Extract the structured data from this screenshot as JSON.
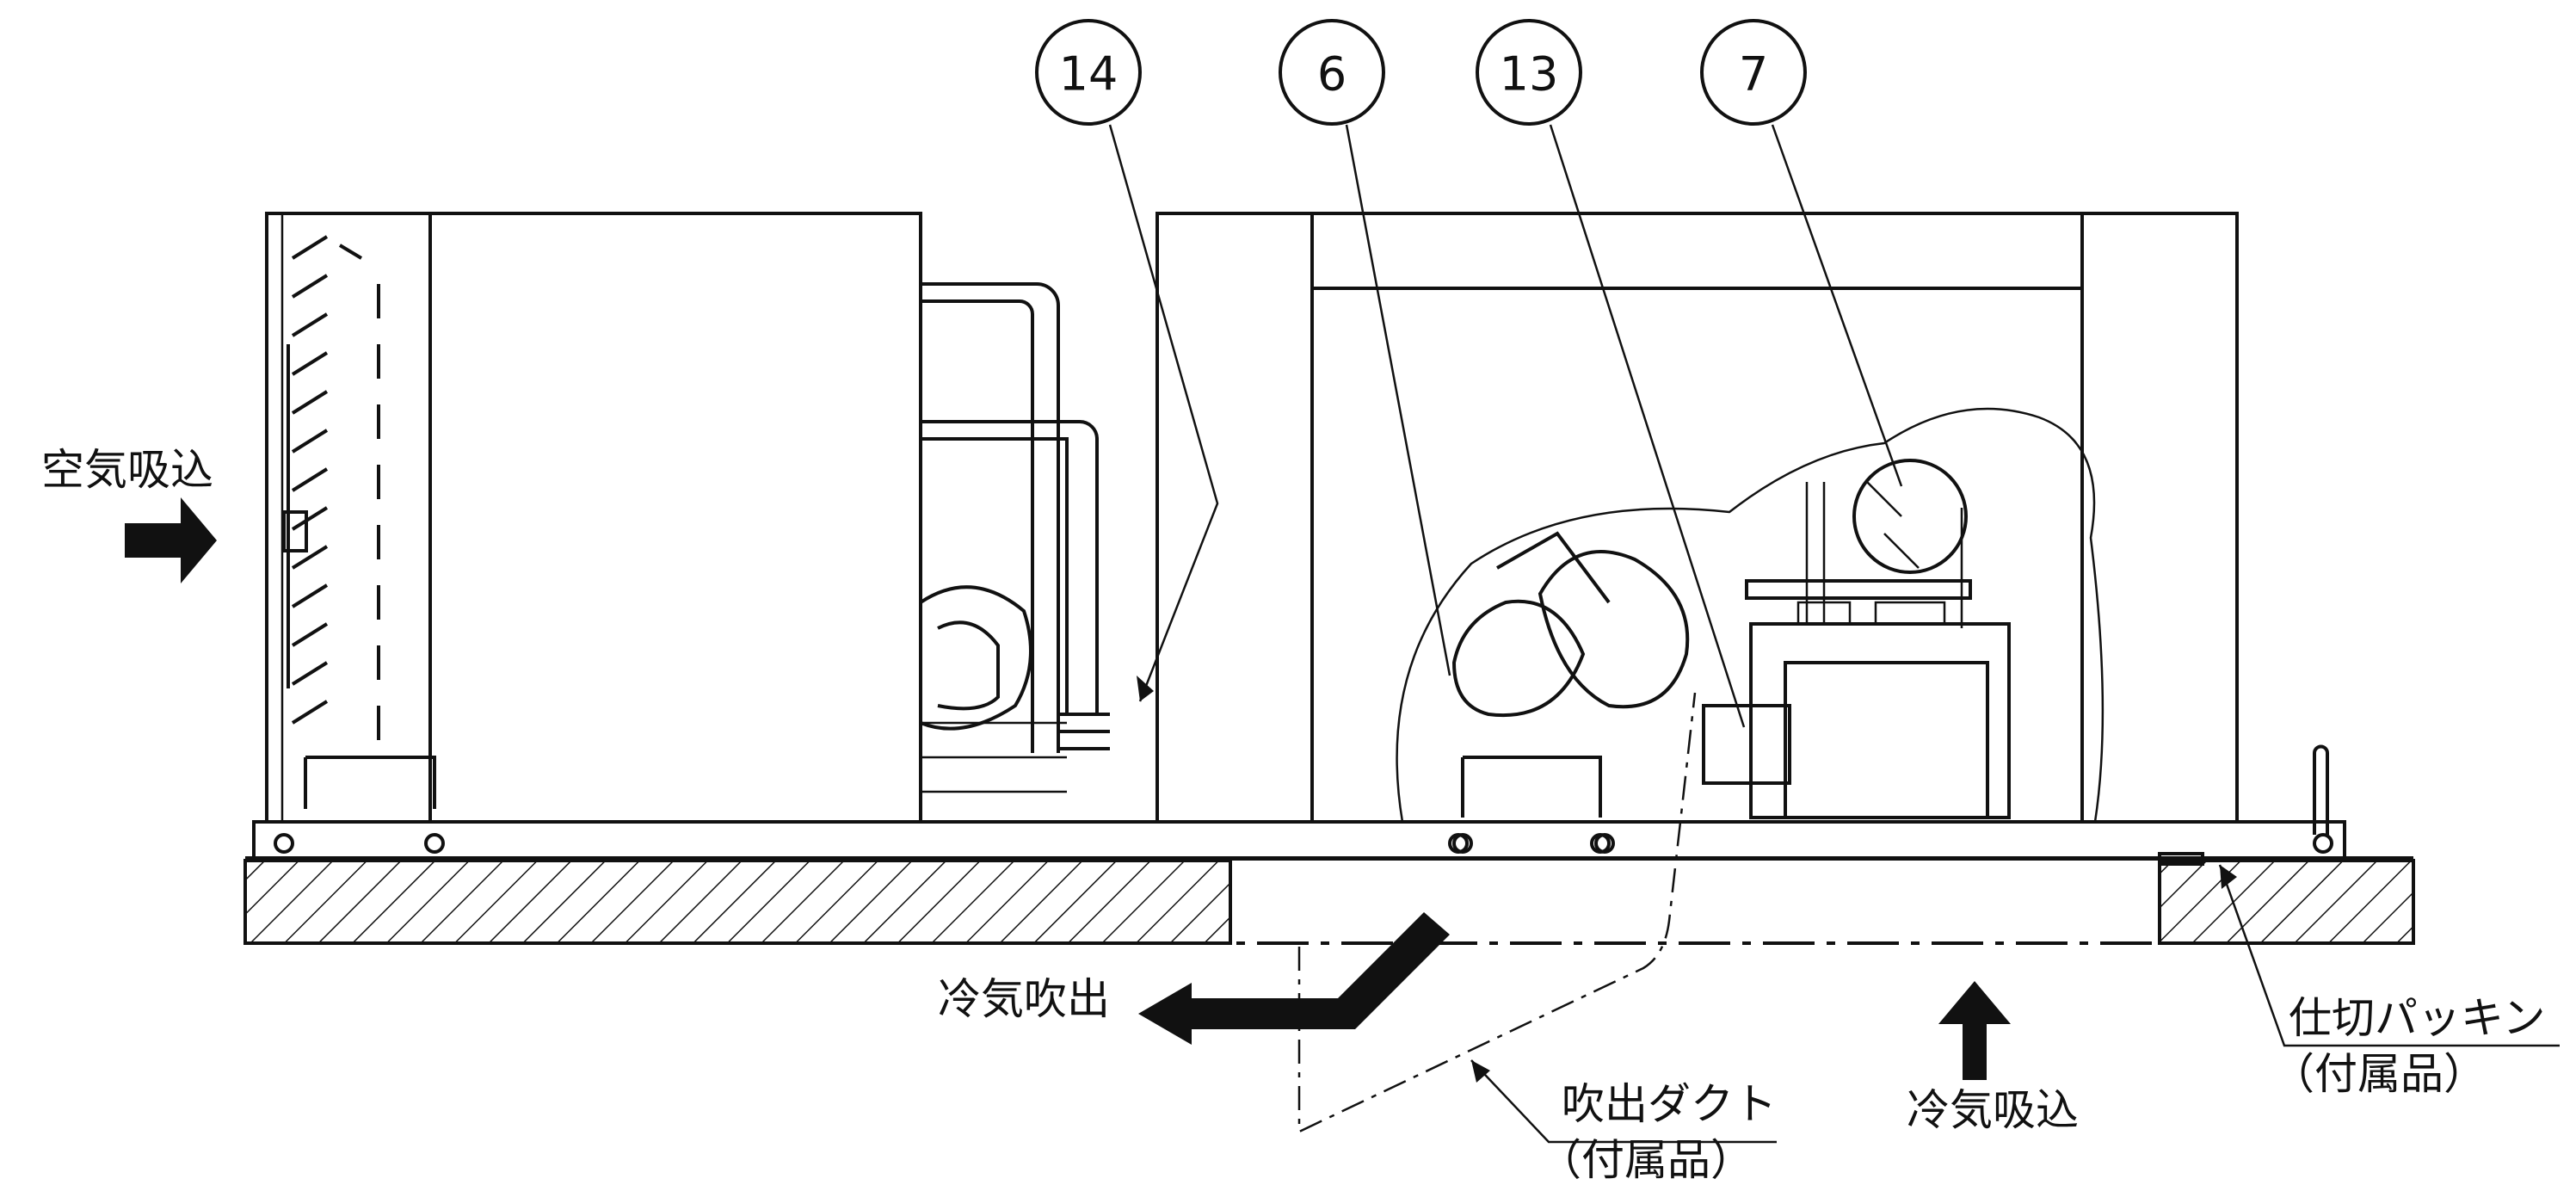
{
  "callouts": [
    {
      "number": "14"
    },
    {
      "number": "6"
    },
    {
      "number": "13"
    },
    {
      "number": "7"
    }
  ],
  "labels": {
    "air_intake": "空気吸込",
    "cool_air_outlet": "冷気吹出",
    "cool_air_intake": "冷気吸込",
    "outlet_duct": "吹出ダクト",
    "outlet_duct_note": "（付属品）",
    "partition_packing": "仕切パッキン",
    "partition_packing_note": "（付属品）"
  }
}
